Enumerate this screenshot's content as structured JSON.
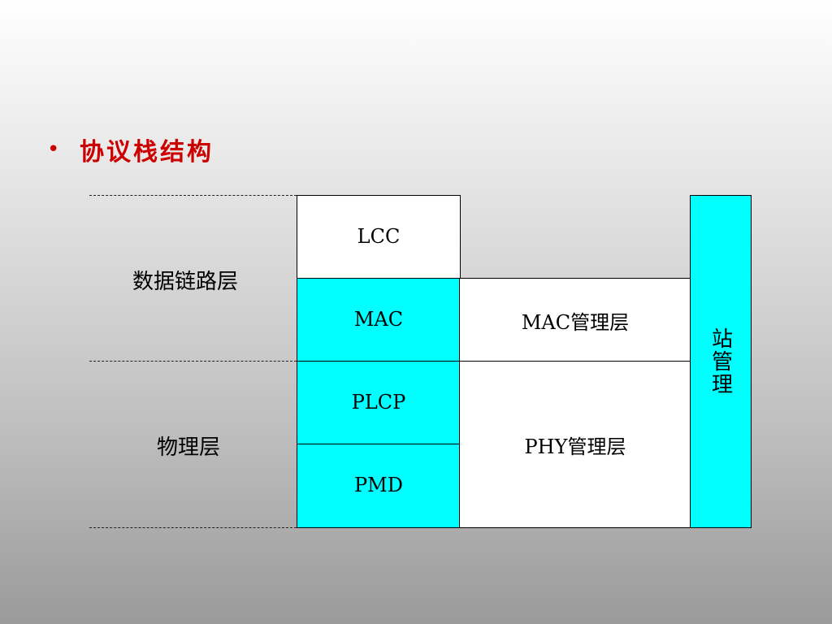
{
  "slide": {
    "bullet": "•",
    "title": "协议栈结构"
  },
  "diagram": {
    "left_labels": {
      "data_link": "数据链路层",
      "physical": "物理层"
    },
    "stack": {
      "llc": "LCC",
      "mac": "MAC",
      "plcp": "PLCP",
      "pmd": "PMD"
    },
    "management": {
      "mac_mgmt": "MAC管理层",
      "phy_mgmt": "PHY管理层",
      "station_mgmt": "站管理"
    },
    "colors": {
      "highlight": "#00ffff",
      "plain": "#ffffff",
      "title": "#cc0000"
    }
  }
}
